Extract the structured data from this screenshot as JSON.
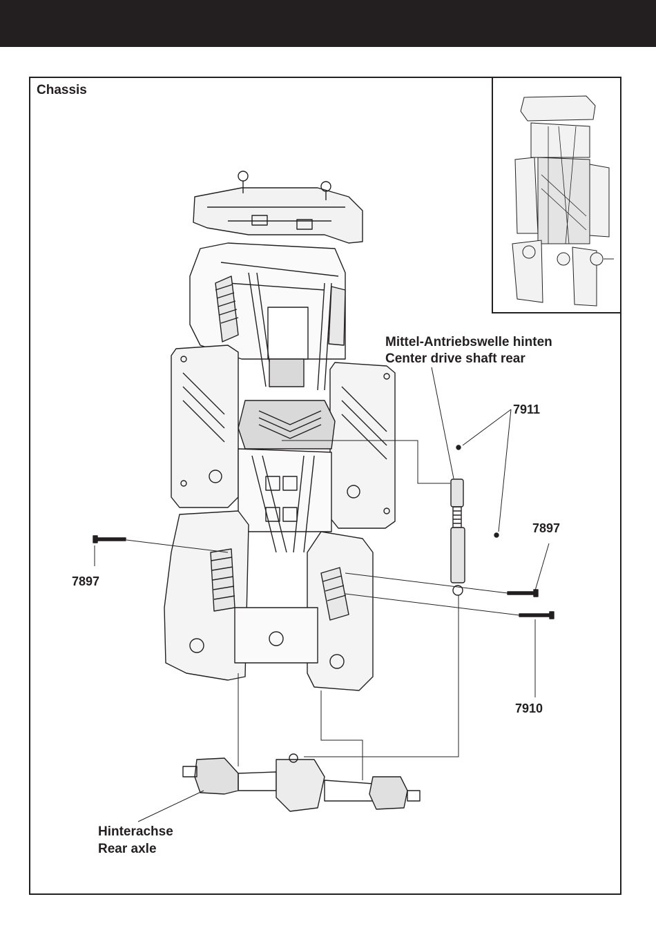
{
  "section": {
    "title": "Chassis"
  },
  "callouts": {
    "center_drive_shaft_de": "Mittel-Antriebswelle hinten",
    "center_drive_shaft_en": "Center drive shaft rear",
    "part_7911": "7911",
    "part_7897_right": "7897",
    "part_7897_left": "7897",
    "part_7910": "7910",
    "rear_axle_de": "Hinterachse",
    "rear_axle_en": "Rear axle"
  },
  "colors": {
    "ink": "#231f20",
    "paper": "#ffffff",
    "shade": "#dcdcdc"
  }
}
